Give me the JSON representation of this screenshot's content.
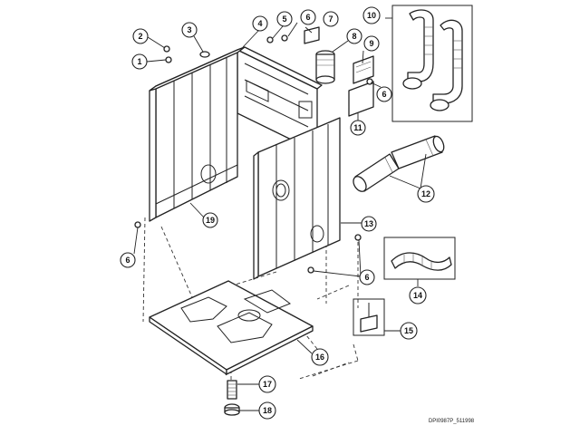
{
  "diagram": {
    "drawing_code": "DPI0987P_511998",
    "callouts": [
      {
        "id": "c1",
        "label": "1"
      },
      {
        "id": "c2",
        "label": "2"
      },
      {
        "id": "c3",
        "label": "3"
      },
      {
        "id": "c4",
        "label": "4"
      },
      {
        "id": "c5",
        "label": "5"
      },
      {
        "id": "c6a",
        "label": "6"
      },
      {
        "id": "c7",
        "label": "7"
      },
      {
        "id": "c8",
        "label": "8"
      },
      {
        "id": "c9",
        "label": "9"
      },
      {
        "id": "c6b",
        "label": "6"
      },
      {
        "id": "c10",
        "label": "10"
      },
      {
        "id": "c11",
        "label": "11"
      },
      {
        "id": "c12",
        "label": "12"
      },
      {
        "id": "c13",
        "label": "13"
      },
      {
        "id": "c19",
        "label": "19"
      },
      {
        "id": "c6c",
        "label": "6"
      },
      {
        "id": "c6d",
        "label": "6"
      },
      {
        "id": "c14",
        "label": "14"
      },
      {
        "id": "c15",
        "label": "15"
      },
      {
        "id": "c16",
        "label": "16"
      },
      {
        "id": "c17",
        "label": "17"
      },
      {
        "id": "c18",
        "label": "18"
      }
    ]
  }
}
